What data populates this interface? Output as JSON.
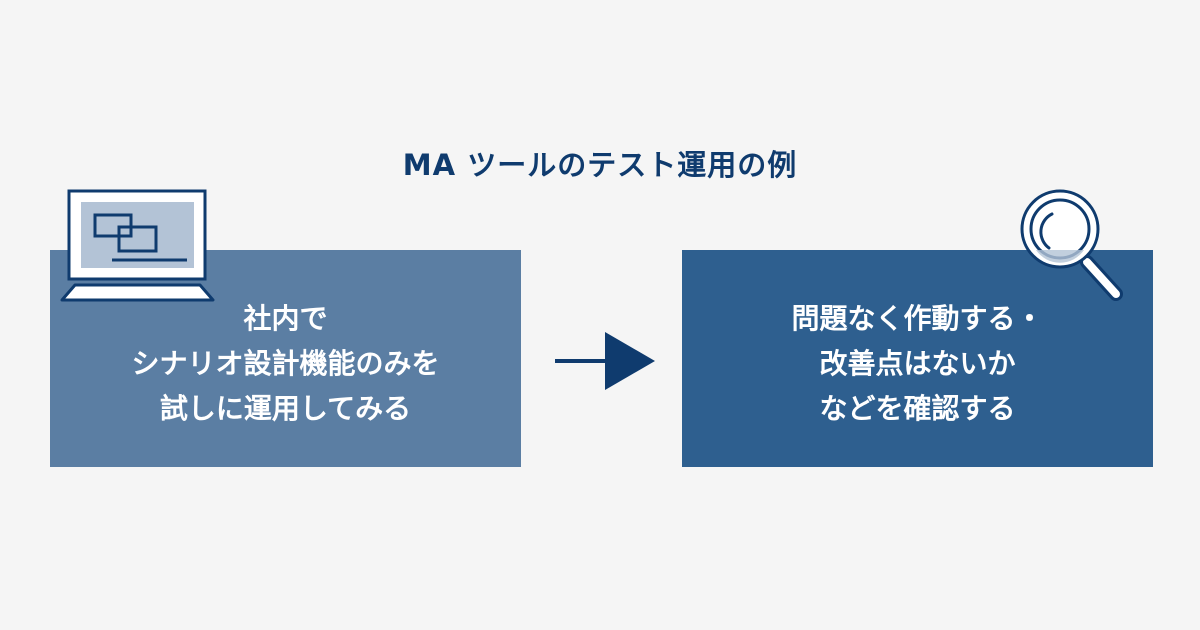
{
  "title": "MA ツールのテスト運用の例",
  "left_box": {
    "lines": [
      "社内で",
      "シナリオ設計機能のみを",
      "試しに運用してみる"
    ]
  },
  "right_box": {
    "lines": [
      "問題なく作動する・",
      "改善点はないか",
      "などを確認する"
    ]
  },
  "icons": {
    "left": "laptop-icon",
    "arrow": "arrow-right-icon",
    "right": "magnifier-icon"
  },
  "colors": {
    "background": "#f5f5f5",
    "left_box": "#5b7ea3",
    "right_box": "#2e5f8f",
    "navy": "#0f3b6e"
  }
}
